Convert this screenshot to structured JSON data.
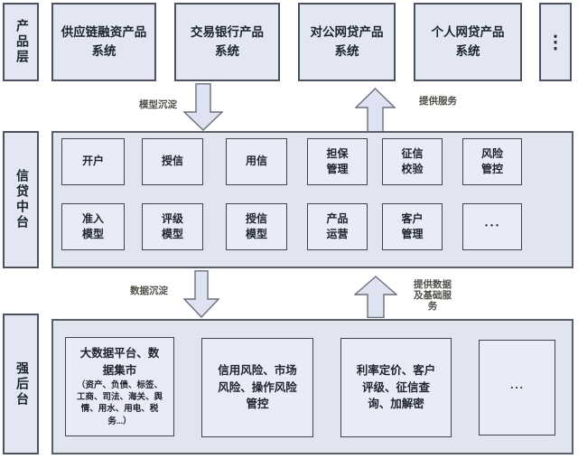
{
  "product_layer": {
    "label": "产品层",
    "boxes": [
      "供应链融资产品\n系统",
      "交易银行产品\n系统",
      "对公网贷产品\n系统",
      "个人网贷产品\n系统"
    ],
    "more": "⋮"
  },
  "flows": {
    "model_down": "模型沉淀",
    "service_up": "提供服务",
    "data_down": "数据沉淀",
    "data_service_up": "提供数据及基础服务"
  },
  "credit_middle_layer": {
    "label": "信贷中台",
    "row1": [
      "开户",
      "授信",
      "用信",
      "担保\n管理",
      "征信\n校验",
      "风险\n管控"
    ],
    "row2": [
      "准入\n模型",
      "评级\n模型",
      "授信\n模型",
      "产品\n运营",
      "客户\n管理",
      "···"
    ]
  },
  "backend_layer": {
    "label": "强后台",
    "boxes": [
      {
        "title": "大数据平台、数\n据集市",
        "detail": "（资产、负债、标签、\n工商、司法、海关、舆\n情、用水、用电、税\n务...）"
      },
      {
        "title": "信用风险、市场\n风险、操作风险\n管控"
      },
      {
        "title": "利率定价、客户\n评级、征信查\n询、加解密"
      },
      {
        "title": "···"
      }
    ]
  },
  "colors": {
    "box_fill": "#e9ecf6",
    "container_fill": "#e1e5f0",
    "border": "#4d5260",
    "text": "#1d2330"
  }
}
